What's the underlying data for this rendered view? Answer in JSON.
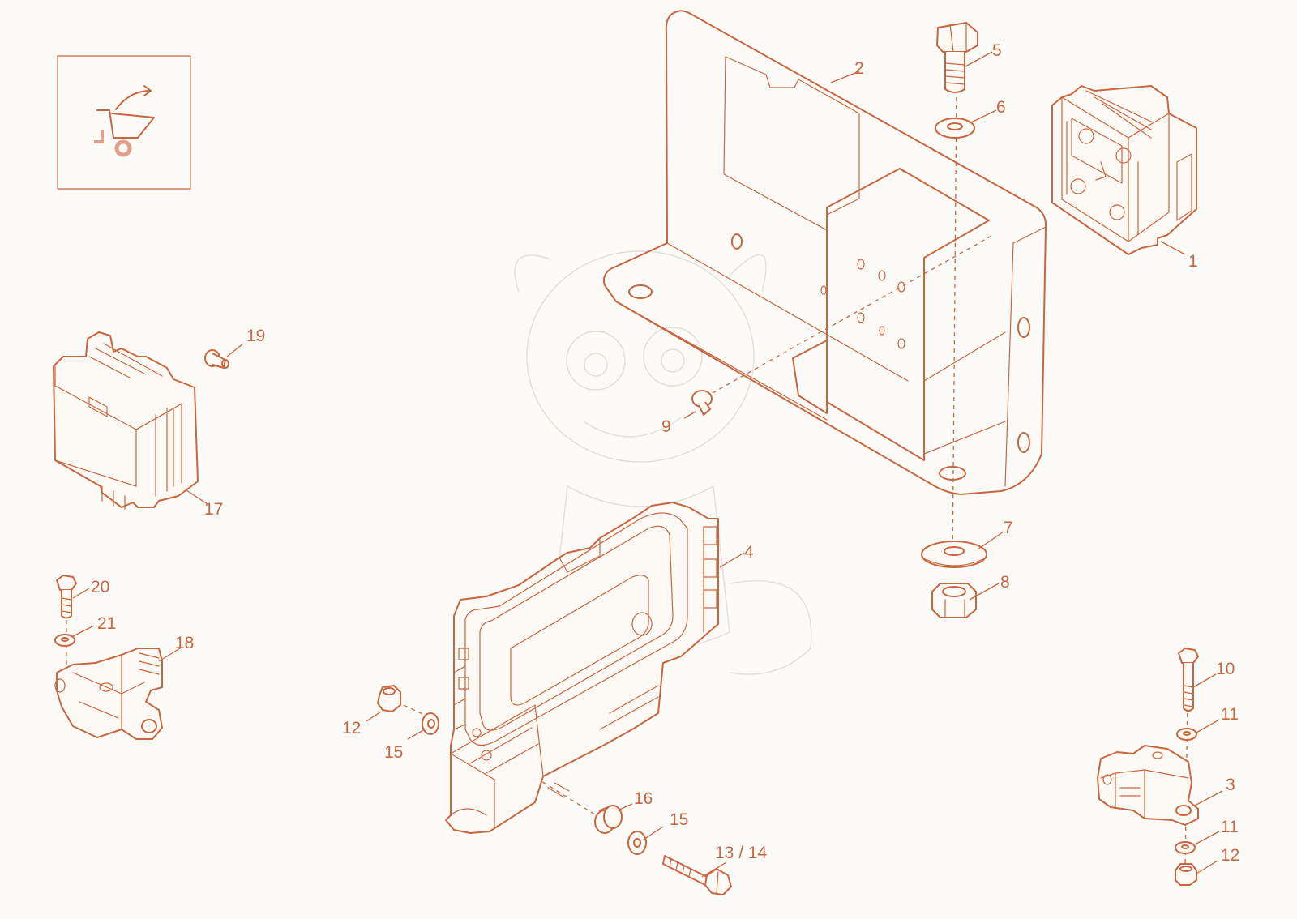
{
  "colors": {
    "line": "#c8663f",
    "background": "#fcfbf8",
    "icon_wheel": "#e0a08a"
  },
  "icon": {
    "name": "wheelbarrow-icon"
  },
  "callouts": {
    "c1": "1",
    "c2": "2",
    "c3": "3",
    "c4": "4",
    "c5": "5",
    "c6": "6",
    "c7": "7",
    "c8": "8",
    "c9": "9",
    "c10": "10",
    "c11a": "11",
    "c11b": "11",
    "c12a": "12",
    "c12b": "12",
    "c1314": "13 / 14",
    "c15a": "15",
    "c15b": "15",
    "c16": "16",
    "c17": "17",
    "c18": "18",
    "c19": "19",
    "c20": "20",
    "c21": "21"
  }
}
